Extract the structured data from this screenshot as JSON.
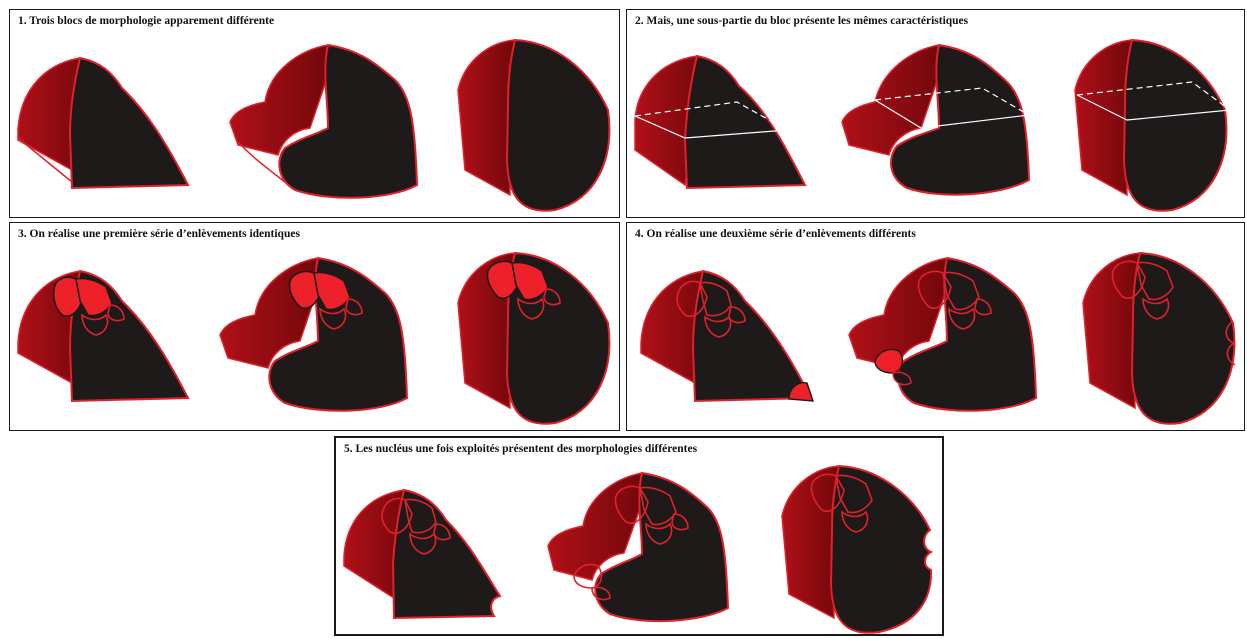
{
  "panels": [
    {
      "title": "1. Trois blocs de morphologie apparement différente"
    },
    {
      "title": "2. Mais, une sous-partie du bloc présente les mêmes caractéristiques"
    },
    {
      "title": "3. On réalise une première série d’enlèvements identiques"
    },
    {
      "title": "4. On réalise une deuxième série d’enlèvements différents"
    },
    {
      "title": "5. Les nucléus une fois exploités présentent des morphologies différentes"
    }
  ],
  "colors": {
    "side": "#8b0d12",
    "edge": "#e0202a",
    "face": "#1f1a1a",
    "scar": "#e8202a",
    "line": "#ffffff"
  }
}
